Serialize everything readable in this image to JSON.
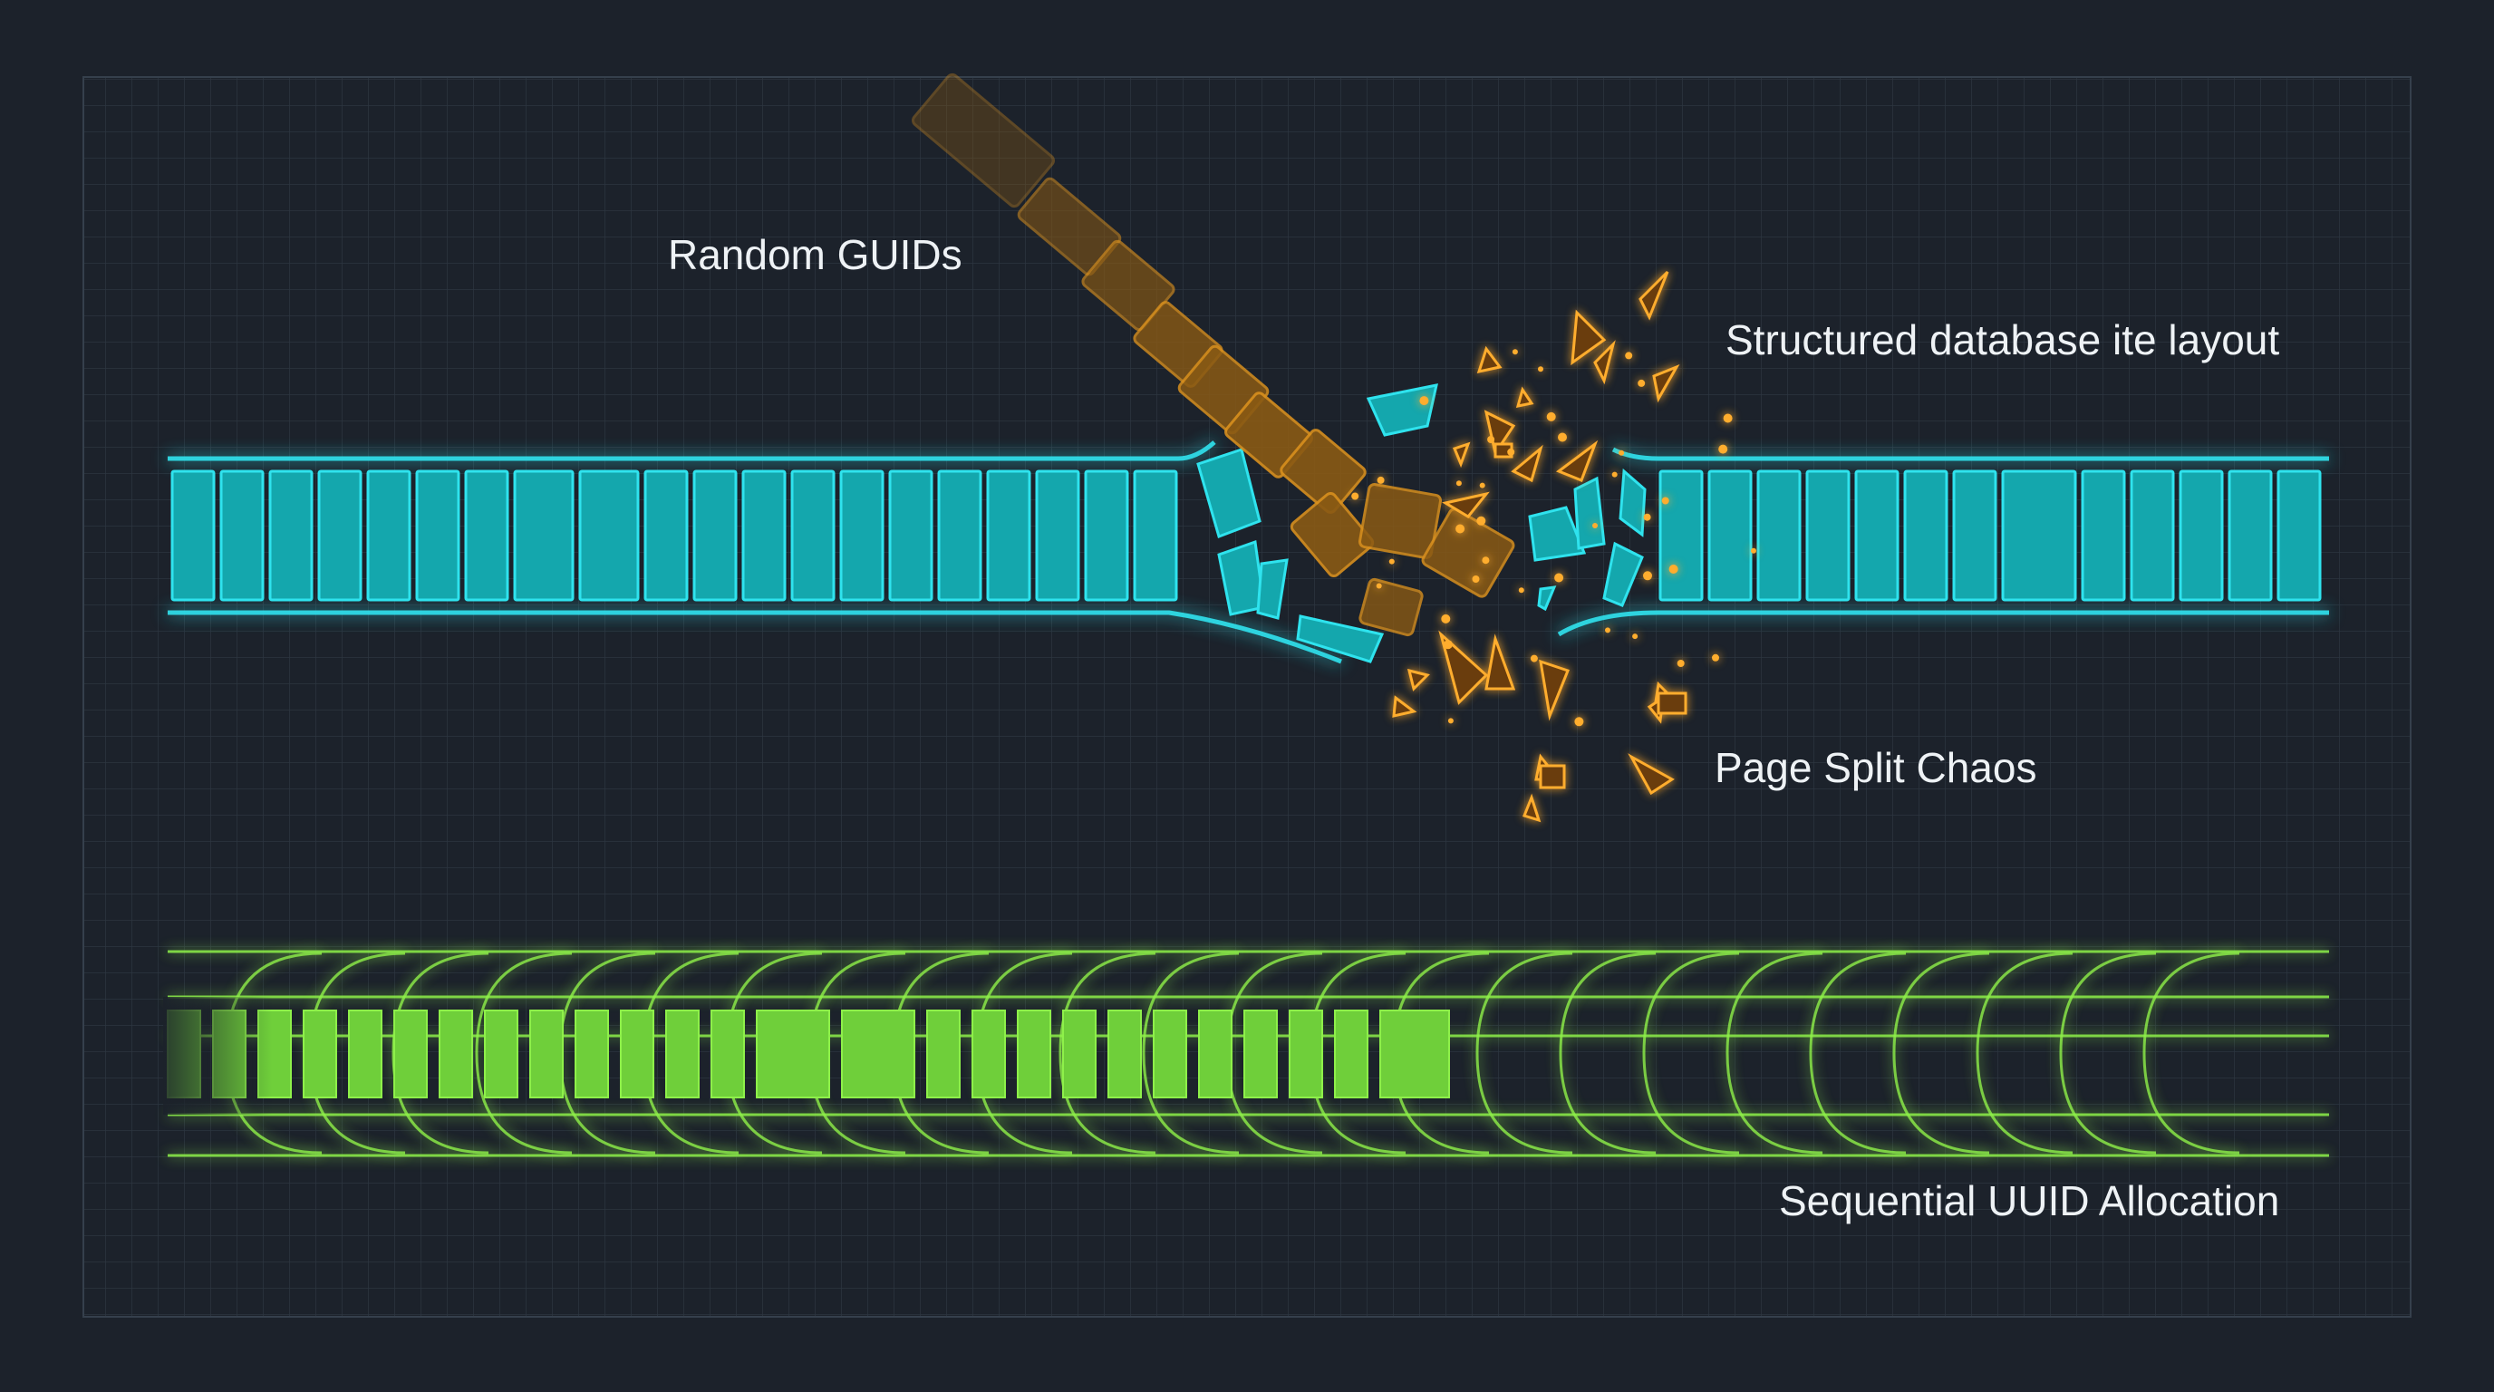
{
  "diagram": {
    "labels": {
      "random_guids": "Random GUIDs",
      "structured_layout": "Structured database іte layout",
      "page_split": "Page Split Chaos",
      "sequential": "Sequential UUID Allocation"
    },
    "colors": {
      "background": "#1c222b",
      "grid": "#2c3540",
      "index_cyan": "#14a7ad",
      "index_cyan_glow": "#2fe3ee",
      "guid_orange": "#8a5a14",
      "guid_orange_edge": "#d9901e",
      "spark_orange": "#ffad2e",
      "seq_green": "#6fcf3a",
      "seq_green_line": "#8ef04a"
    }
  }
}
